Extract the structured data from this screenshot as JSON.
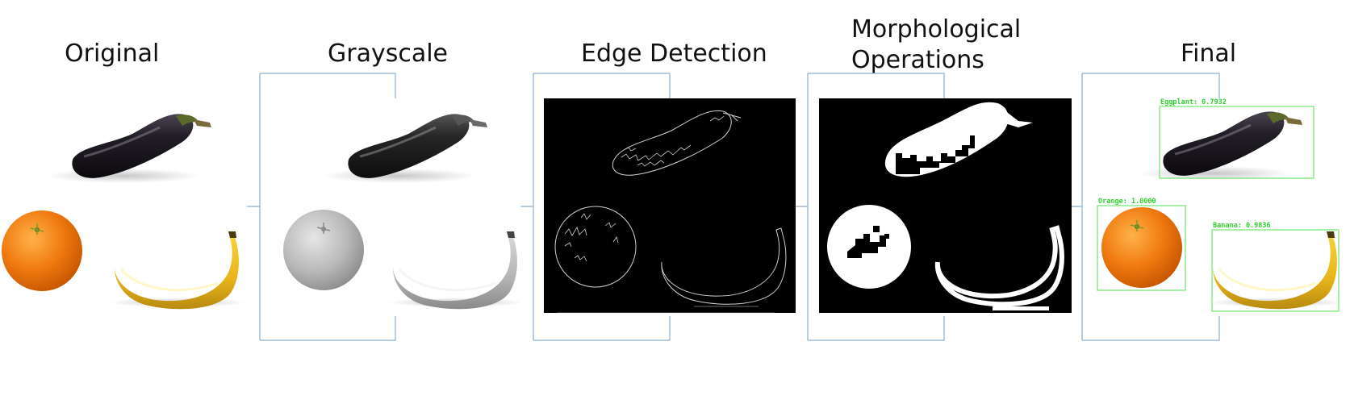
{
  "stages": [
    {
      "id": "original",
      "title": "Original"
    },
    {
      "id": "grayscale",
      "title": "Grayscale"
    },
    {
      "id": "edge",
      "title": "Edge Detection"
    },
    {
      "id": "morph",
      "title": "Morphological Operations"
    },
    {
      "id": "final",
      "title": "Final"
    }
  ],
  "detections": [
    {
      "label": "Eggplant: 0.7932"
    },
    {
      "label": "Orange: 1.0000"
    },
    {
      "label": "Banana: 0.9836"
    }
  ],
  "colors": {
    "connector": "#8aaecf",
    "detection_box": "#6fe46f",
    "detection_text": "#2fd12f",
    "eggplant": "#1e1a22",
    "orange": "#f07a10",
    "banana": "#f0c21e"
  }
}
